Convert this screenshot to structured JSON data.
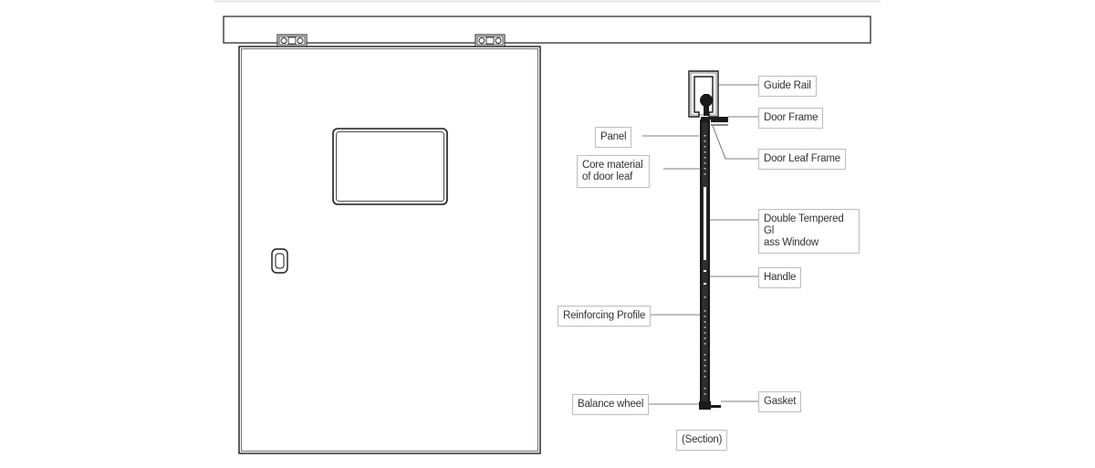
{
  "labels": {
    "guide_rail": "Guide Rail",
    "door_frame": "Door Frame",
    "panel": "Panel",
    "door_leaf_frame": "Door Leaf Frame",
    "core_material_line1": "Core material",
    "core_material_line2": "of door leaf",
    "double_glass_line1": "Double Tempered Gl",
    "double_glass_line2": "ass Window",
    "handle": "Handle",
    "reinforcing_profile": "Reinforcing Profile",
    "balance_wheel": "Balance wheel",
    "gasket": "Gasket",
    "section": "(Section)"
  },
  "colors": {
    "line": "#1a1a1a",
    "label_border": "#bdbdbd",
    "label_text": "#333333",
    "leader": "#555555"
  }
}
